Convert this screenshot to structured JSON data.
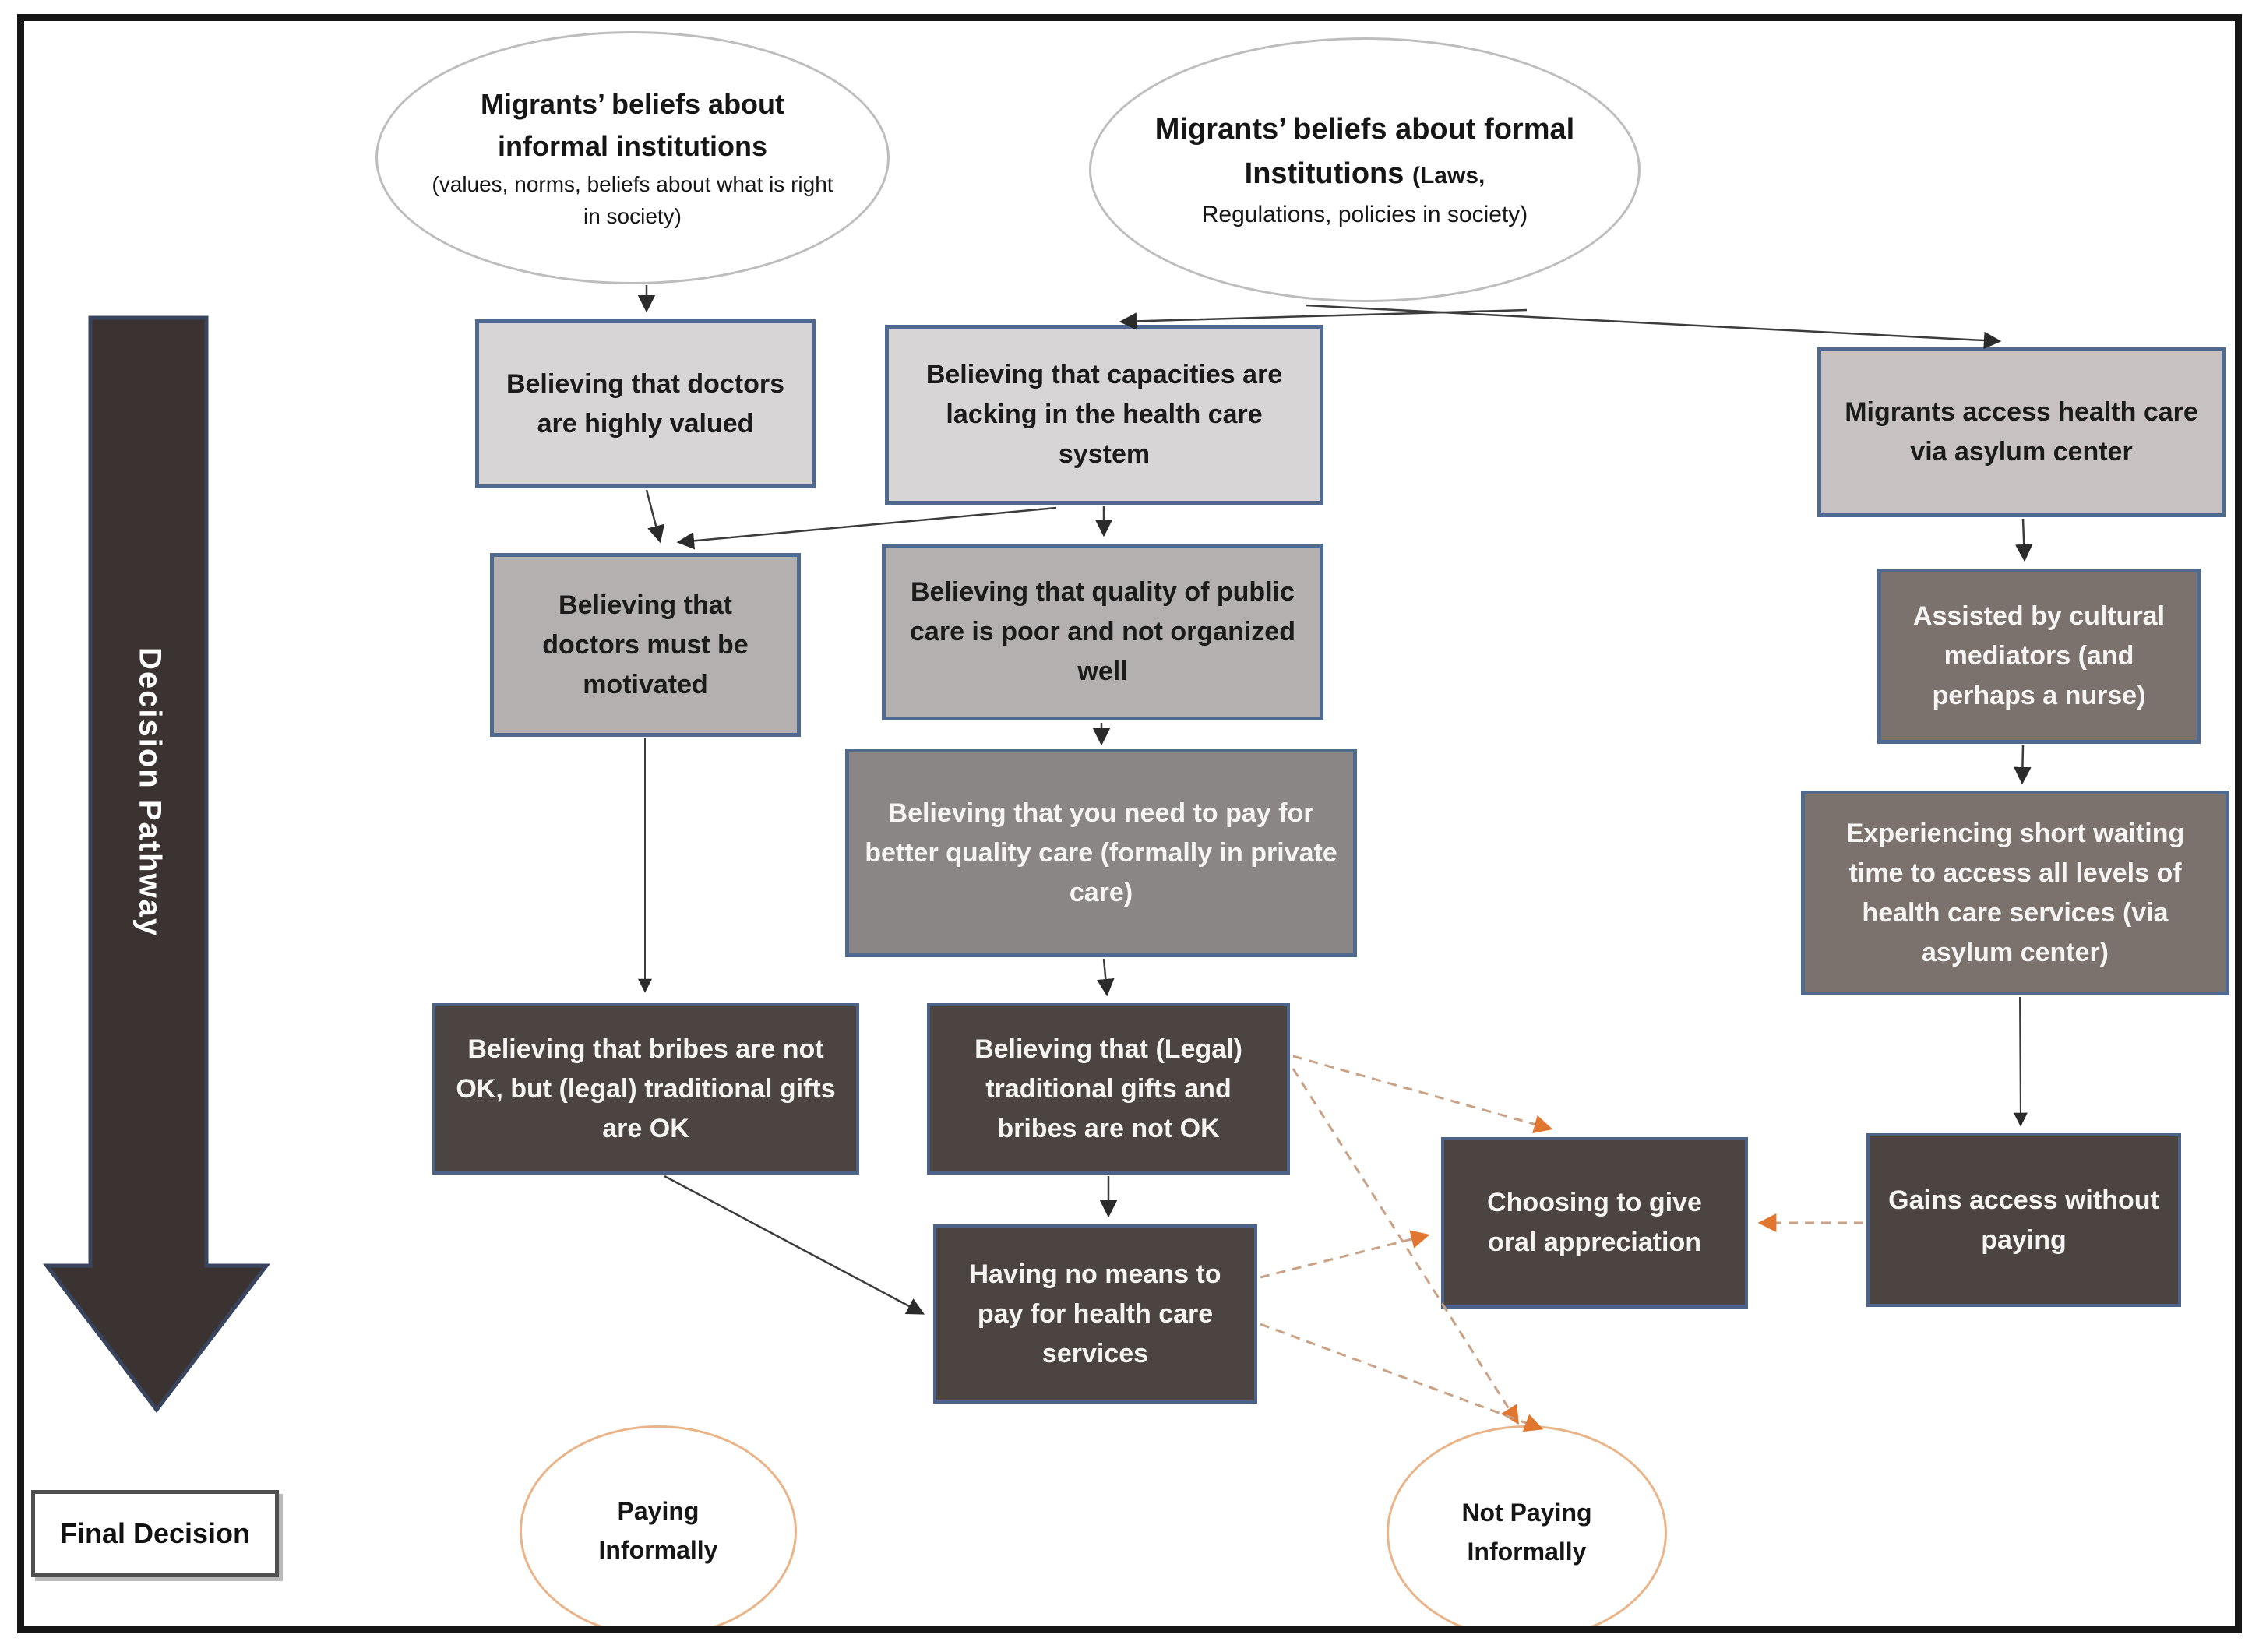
{
  "diagram": {
    "pathway_label": "Decision Pathway",
    "final_decision_label": "Final Decision",
    "ellipses": {
      "informal": {
        "title": "Migrants’ beliefs about informal institutions",
        "subtitle": "(values, norms, beliefs about what is right in society)"
      },
      "formal": {
        "title": "Migrants’ beliefs about formal Institutions",
        "title_suffix": "(Laws,",
        "subtitle": "Regulations, policies in society)"
      },
      "paying": {
        "line1": "Paying",
        "line2": "Informally"
      },
      "not_paying": {
        "line1": "Not Paying",
        "line2": "Informally"
      }
    },
    "boxes": {
      "doctors_valued": {
        "label": "Believing that doctors are highly valued"
      },
      "capacities_lacking": {
        "label": "Believing that capacities are lacking in the health care system"
      },
      "asylum_access": {
        "label": "Migrants access health care via asylum center"
      },
      "doctors_motivated": {
        "label": "Believing that doctors must be motivated"
      },
      "quality_poor": {
        "label": "Believing that quality of public care is poor and not organized well"
      },
      "cultural_mediators": {
        "label": "Assisted by cultural mediators (and perhaps a nurse)"
      },
      "need_to_pay": {
        "label": "Believing that you need to pay for better quality care (formally in private care)"
      },
      "short_waiting": {
        "label": "Experiencing short waiting time to access all levels of health care services (via asylum center)"
      },
      "bribes_not_ok_gifts_ok": {
        "label": "Believing that bribes are not OK, but (legal) traditional gifts are OK"
      },
      "gifts_bribes_not_ok": {
        "label": "Believing that (Legal) traditional gifts and bribes are not OK"
      },
      "no_means": {
        "label": "Having no means to pay for health care services"
      },
      "oral_appreciation": {
        "label": "Choosing to give oral appreciation"
      },
      "gains_access": {
        "label": "Gains access without paying"
      }
    },
    "edges": [
      {
        "from": "informal_institutions",
        "to": "doctors_valued",
        "style": "solid"
      },
      {
        "from": "formal_institutions",
        "to": "capacities_lacking",
        "style": "solid"
      },
      {
        "from": "formal_institutions",
        "to": "asylum_access",
        "style": "solid"
      },
      {
        "from": "doctors_valued",
        "to": "doctors_motivated",
        "style": "solid"
      },
      {
        "from": "capacities_lacking",
        "to": "doctors_motivated",
        "style": "solid"
      },
      {
        "from": "capacities_lacking",
        "to": "quality_poor",
        "style": "solid"
      },
      {
        "from": "quality_poor",
        "to": "need_to_pay",
        "style": "solid"
      },
      {
        "from": "doctors_motivated",
        "to": "bribes_not_ok_gifts_ok",
        "style": "solid"
      },
      {
        "from": "need_to_pay",
        "to": "gifts_bribes_not_ok",
        "style": "solid"
      },
      {
        "from": "bribes_not_ok_gifts_ok",
        "to": "no_means",
        "style": "solid"
      },
      {
        "from": "gifts_bribes_not_ok",
        "to": "no_means",
        "style": "solid"
      },
      {
        "from": "asylum_access",
        "to": "cultural_mediators",
        "style": "solid"
      },
      {
        "from": "cultural_mediators",
        "to": "short_waiting",
        "style": "solid"
      },
      {
        "from": "short_waiting",
        "to": "gains_access",
        "style": "solid"
      },
      {
        "from": "gifts_bribes_not_ok",
        "to": "oral_appreciation",
        "style": "dashed"
      },
      {
        "from": "gifts_bribes_not_ok",
        "to": "not_paying_informally",
        "style": "dashed"
      },
      {
        "from": "no_means",
        "to": "oral_appreciation",
        "style": "dashed"
      },
      {
        "from": "no_means",
        "to": "not_paying_informally",
        "style": "dashed"
      },
      {
        "from": "gains_access",
        "to": "oral_appreciation",
        "style": "dashed"
      }
    ],
    "colors": {
      "frame": "#161616",
      "box_border_blue": "#50698e",
      "light_box_fill": "#d8d5d6",
      "asylum_box_fill": "#c7c2c1",
      "medium_box_fill": "#b4b0af",
      "gray_box_fill": "#8a8685",
      "warm_box_fill": "#7b726e",
      "dark_box_fill": "#4b4441",
      "pathway_arrow_fill": "#3a3331",
      "top_ellipse_border": "#bdbdbd",
      "orange_ellipse_border": "#e9b488",
      "dashed_line": "#c9a286",
      "orange_arrowhead": "#e0762f",
      "solid_line": "#3c3c3c"
    }
  }
}
